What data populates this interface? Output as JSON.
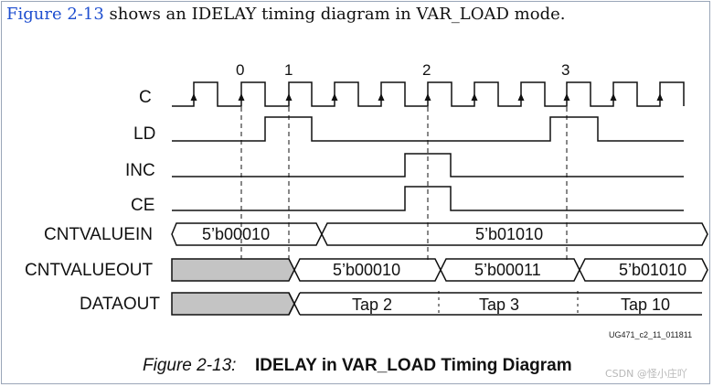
{
  "intro": {
    "link_text": "Figure 2-13",
    "rest_text": " shows an IDELAY timing diagram in VAR_LOAD mode."
  },
  "markers": [
    "0",
    "1",
    "2",
    "3"
  ],
  "signals": {
    "c": "C",
    "ld": "LD",
    "inc": "INC",
    "ce": "CE",
    "cntvaluein": "CNTVALUEIN",
    "cntvalueout": "CNTVALUEOUT",
    "dataout": "DATAOUT"
  },
  "buses": {
    "cntvaluein": [
      "5’b00010",
      "5’b01010"
    ],
    "cntvalueout": [
      "5’b00010",
      "5’b00011",
      "5’b01010"
    ],
    "dataout": [
      "Tap 2",
      "Tap 3",
      "Tap 10"
    ]
  },
  "doc_id": "UG471_c2_11_011811",
  "caption": {
    "number": "Figure 2-13:",
    "title": "IDELAY in VAR_LOAD Timing Diagram"
  },
  "watermark": "CSDN @怪小庄吖",
  "colors": {
    "link": "#1f4fd0",
    "line": "#111111",
    "unknown_fill": "#c4c4c4",
    "frame_border": "#9aa6b8"
  }
}
